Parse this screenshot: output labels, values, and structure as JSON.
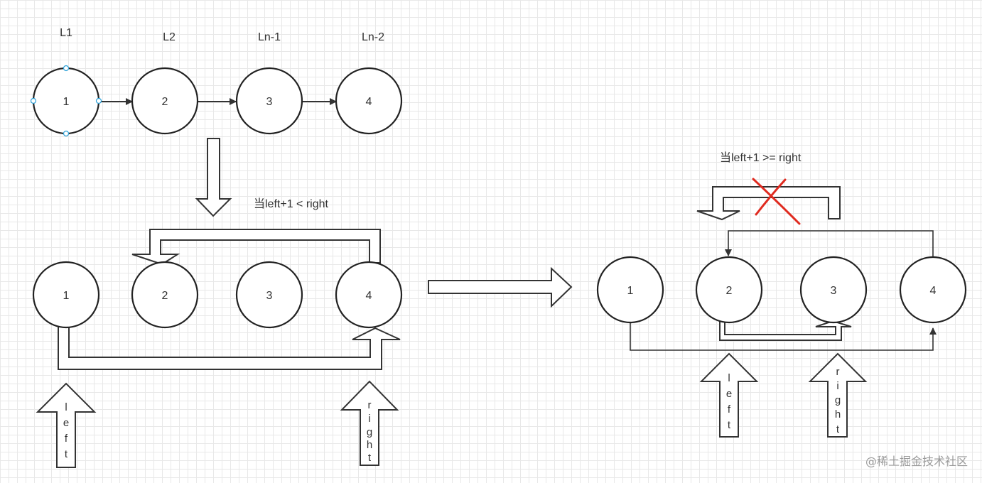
{
  "diagram": {
    "top_row": {
      "labels": [
        "L1",
        "L2",
        "Ln-1",
        "Ln-2"
      ],
      "nodes": [
        "1",
        "2",
        "3",
        "4"
      ]
    },
    "left_case": {
      "condition": "当left+1 < right",
      "nodes": [
        "1",
        "2",
        "3",
        "4"
      ],
      "left_pointer": [
        "l",
        "e",
        "f",
        "t"
      ],
      "right_pointer": [
        "r",
        "i",
        "g",
        "h",
        "t"
      ]
    },
    "right_case": {
      "condition": "当left+1 >= right",
      "nodes": [
        "1",
        "2",
        "3",
        "4"
      ],
      "left_pointer": [
        "l",
        "e",
        "f",
        "t"
      ],
      "right_pointer": [
        "r",
        "i",
        "g",
        "h",
        "t"
      ],
      "cross_color": "#e02b20"
    },
    "watermark": "@稀土掘金技术社区"
  }
}
